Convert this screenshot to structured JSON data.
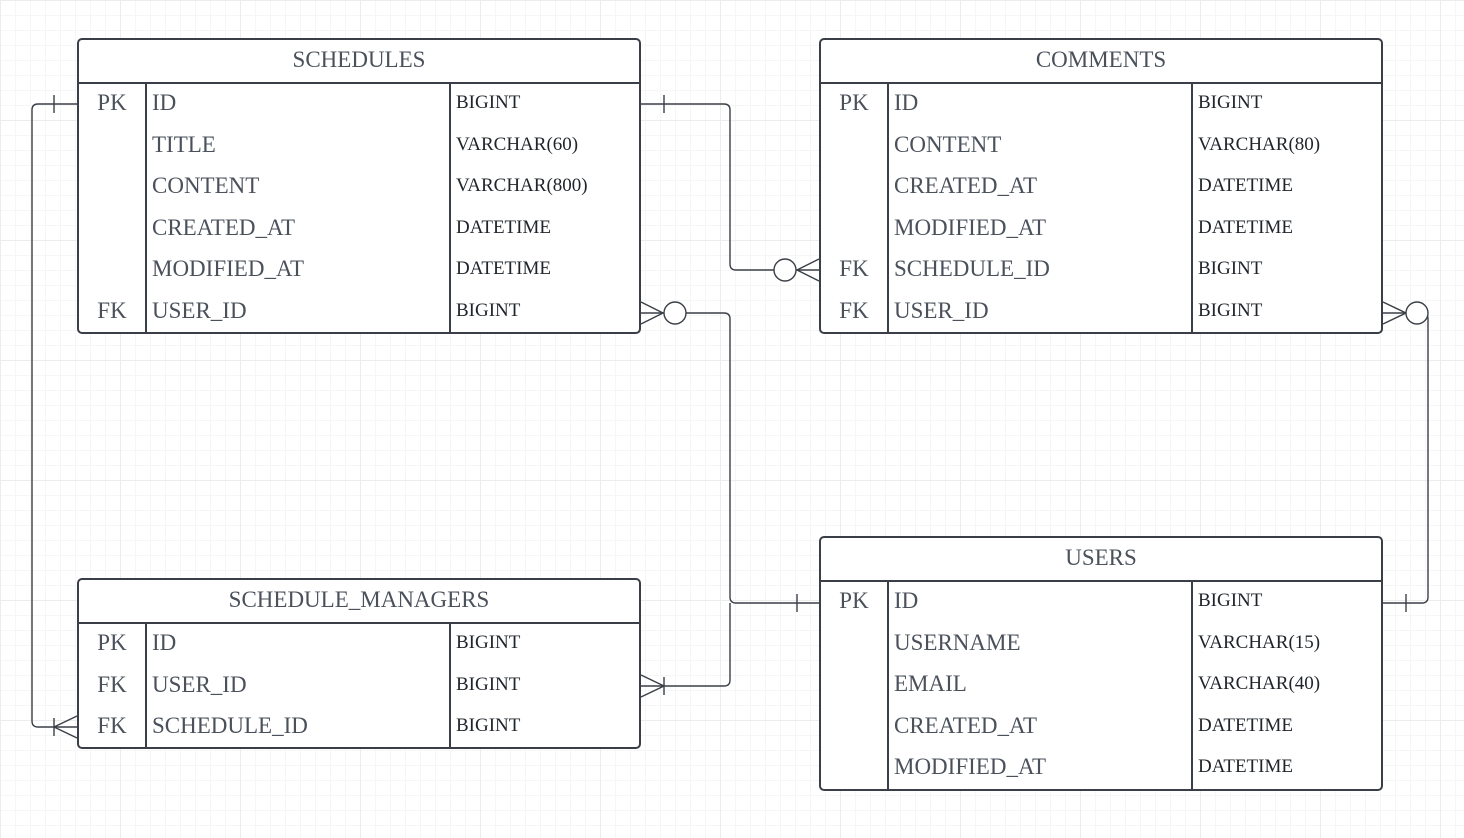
{
  "entities": {
    "schedules": {
      "title": "SCHEDULES",
      "rows": [
        {
          "key": "PK",
          "name": "ID",
          "type": "BIGINT"
        },
        {
          "key": "",
          "name": "TITLE",
          "type": "VARCHAR(60)"
        },
        {
          "key": "",
          "name": "CONTENT",
          "type": "VARCHAR(800)"
        },
        {
          "key": "",
          "name": "CREATED_AT",
          "type": "DATETIME"
        },
        {
          "key": "",
          "name": "MODIFIED_AT",
          "type": "DATETIME"
        },
        {
          "key": "FK",
          "name": "USER_ID",
          "type": "BIGINT"
        }
      ]
    },
    "comments": {
      "title": "COMMENTS",
      "rows": [
        {
          "key": "PK",
          "name": "ID",
          "type": "BIGINT"
        },
        {
          "key": "",
          "name": "CONTENT",
          "type": "VARCHAR(80)"
        },
        {
          "key": "",
          "name": "CREATED_AT",
          "type": "DATETIME"
        },
        {
          "key": "",
          "name": "MODIFIED_AT",
          "type": "DATETIME"
        },
        {
          "key": "FK",
          "name": "SCHEDULE_ID",
          "type": "BIGINT"
        },
        {
          "key": "FK",
          "name": "USER_ID",
          "type": "BIGINT"
        }
      ]
    },
    "schedule_managers": {
      "title": "SCHEDULE_MANAGERS",
      "rows": [
        {
          "key": "PK",
          "name": "ID",
          "type": "BIGINT"
        },
        {
          "key": "FK",
          "name": "USER_ID",
          "type": "BIGINT"
        },
        {
          "key": "FK",
          "name": "SCHEDULE_ID",
          "type": "BIGINT"
        }
      ]
    },
    "users": {
      "title": "USERS",
      "rows": [
        {
          "key": "PK",
          "name": "ID",
          "type": "BIGINT"
        },
        {
          "key": "",
          "name": "USERNAME",
          "type": "VARCHAR(15)"
        },
        {
          "key": "",
          "name": "EMAIL",
          "type": "VARCHAR(40)"
        },
        {
          "key": "",
          "name": "CREATED_AT",
          "type": "DATETIME"
        },
        {
          "key": "",
          "name": "MODIFIED_AT",
          "type": "DATETIME"
        }
      ]
    }
  },
  "colors": {
    "border": "#3a3f47",
    "text": "#4a515b",
    "type_text": "#1f242a",
    "grid_major": "#ececec",
    "grid_minor": "#f6f6f6"
  }
}
